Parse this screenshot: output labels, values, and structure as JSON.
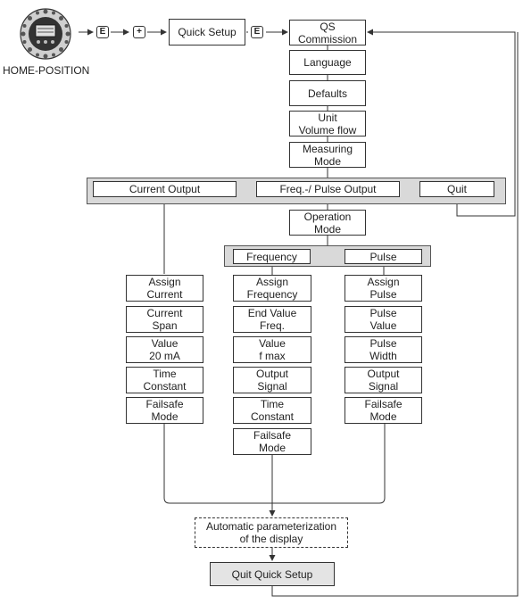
{
  "home": {
    "label": "HOME-POSITION"
  },
  "keys": {
    "enter": "E",
    "plus": "+"
  },
  "top": {
    "quick_setup": "Quick Setup"
  },
  "chain": {
    "qs_commission": "QS\nCommission",
    "language": "Language",
    "defaults": "Defaults",
    "unit_volume_flow": "Unit\nVolume flow",
    "measuring_mode": "Measuring\nMode"
  },
  "selection": {
    "current_output": "Current Output",
    "freq_pulse_output": "Freq.-/ Pulse Output",
    "quit": "Quit"
  },
  "operation_mode": "Operation\nMode",
  "sub_selection": {
    "frequency": "Frequency",
    "pulse": "Pulse"
  },
  "current_col": [
    "Assign\nCurrent",
    "Current\nSpan",
    "Value\n20 mA",
    "Time\nConstant",
    "Failsafe\nMode"
  ],
  "frequency_col": [
    "Assign\nFrequency",
    "End Value\nFreq.",
    "Value\nf max",
    "Output\nSignal",
    "Time\nConstant",
    "Failsafe\nMode"
  ],
  "pulse_col": [
    "Assign\nPulse",
    "Pulse\nValue",
    "Pulse\nWidth",
    "Output\nSignal",
    "Failsafe\nMode"
  ],
  "auto_param": "Automatic parameterization\nof the display",
  "quit_quick_setup": "Quit Quick Setup"
}
